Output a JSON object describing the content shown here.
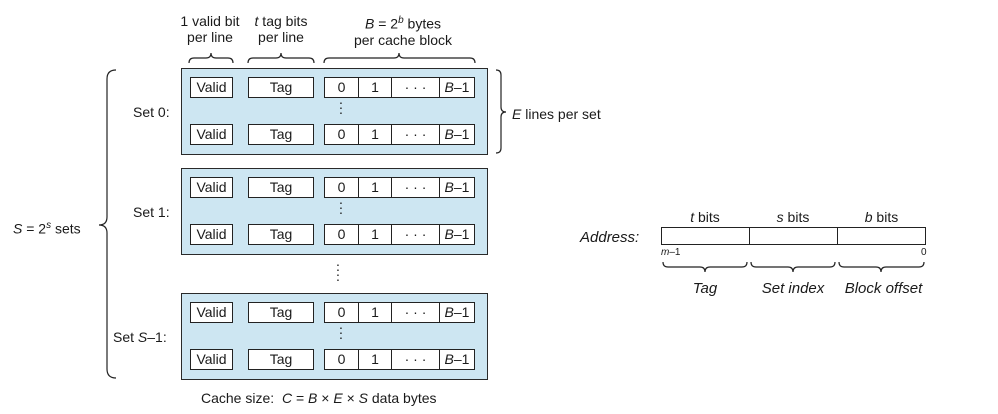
{
  "header": {
    "valid_bit": {
      "line1": "1 valid bit",
      "line2": "per line"
    },
    "tag_bits": {
      "var": "t",
      "line1_rest": " tag bits",
      "line2": "per line"
    },
    "block_bytes": {
      "lhs": "B",
      "eq": " = 2",
      "exp": "b",
      "rest": " bytes",
      "line2": "per cache block"
    }
  },
  "sets": [
    {
      "label_prefix": "Set ",
      "label_var": "",
      "label_num": "0",
      "label_suffix": ":"
    },
    {
      "label_prefix": "Set ",
      "label_var": "",
      "label_num": "1",
      "label_suffix": ":"
    },
    {
      "label_prefix": "Set ",
      "label_var": "S",
      "label_num": "–1",
      "label_suffix": ":"
    }
  ],
  "line": {
    "valid": "Valid",
    "tag": "Tag",
    "byte0": "0",
    "byte1": "1",
    "ellipsis": "· · ·",
    "last_var": "B",
    "last_rest": "–1"
  },
  "lines_per_set": {
    "var": "E",
    "rest": " lines per set"
  },
  "num_sets": {
    "lhs": "S",
    "eq": " = 2",
    "exp": "s",
    "rest": " sets"
  },
  "cache_size": {
    "prefix": "Cache size:  ",
    "c": "C",
    "eq": " = ",
    "b": "B",
    "x1": " × ",
    "e": "E",
    "x2": " × ",
    "s": "S",
    "rest": " data bytes"
  },
  "address": {
    "label": "Address:",
    "fields": [
      {
        "var": "t",
        "bits": " bits",
        "name": "Tag"
      },
      {
        "var": "s",
        "bits": " bits",
        "name": "Set index"
      },
      {
        "var": "b",
        "bits": " bits",
        "name": "Block offset"
      }
    ],
    "msb_var": "m",
    "msb_rest": "–1",
    "lsb": "0"
  },
  "colors": {
    "set_fill": "#cde6f2",
    "stroke": "#222222"
  }
}
